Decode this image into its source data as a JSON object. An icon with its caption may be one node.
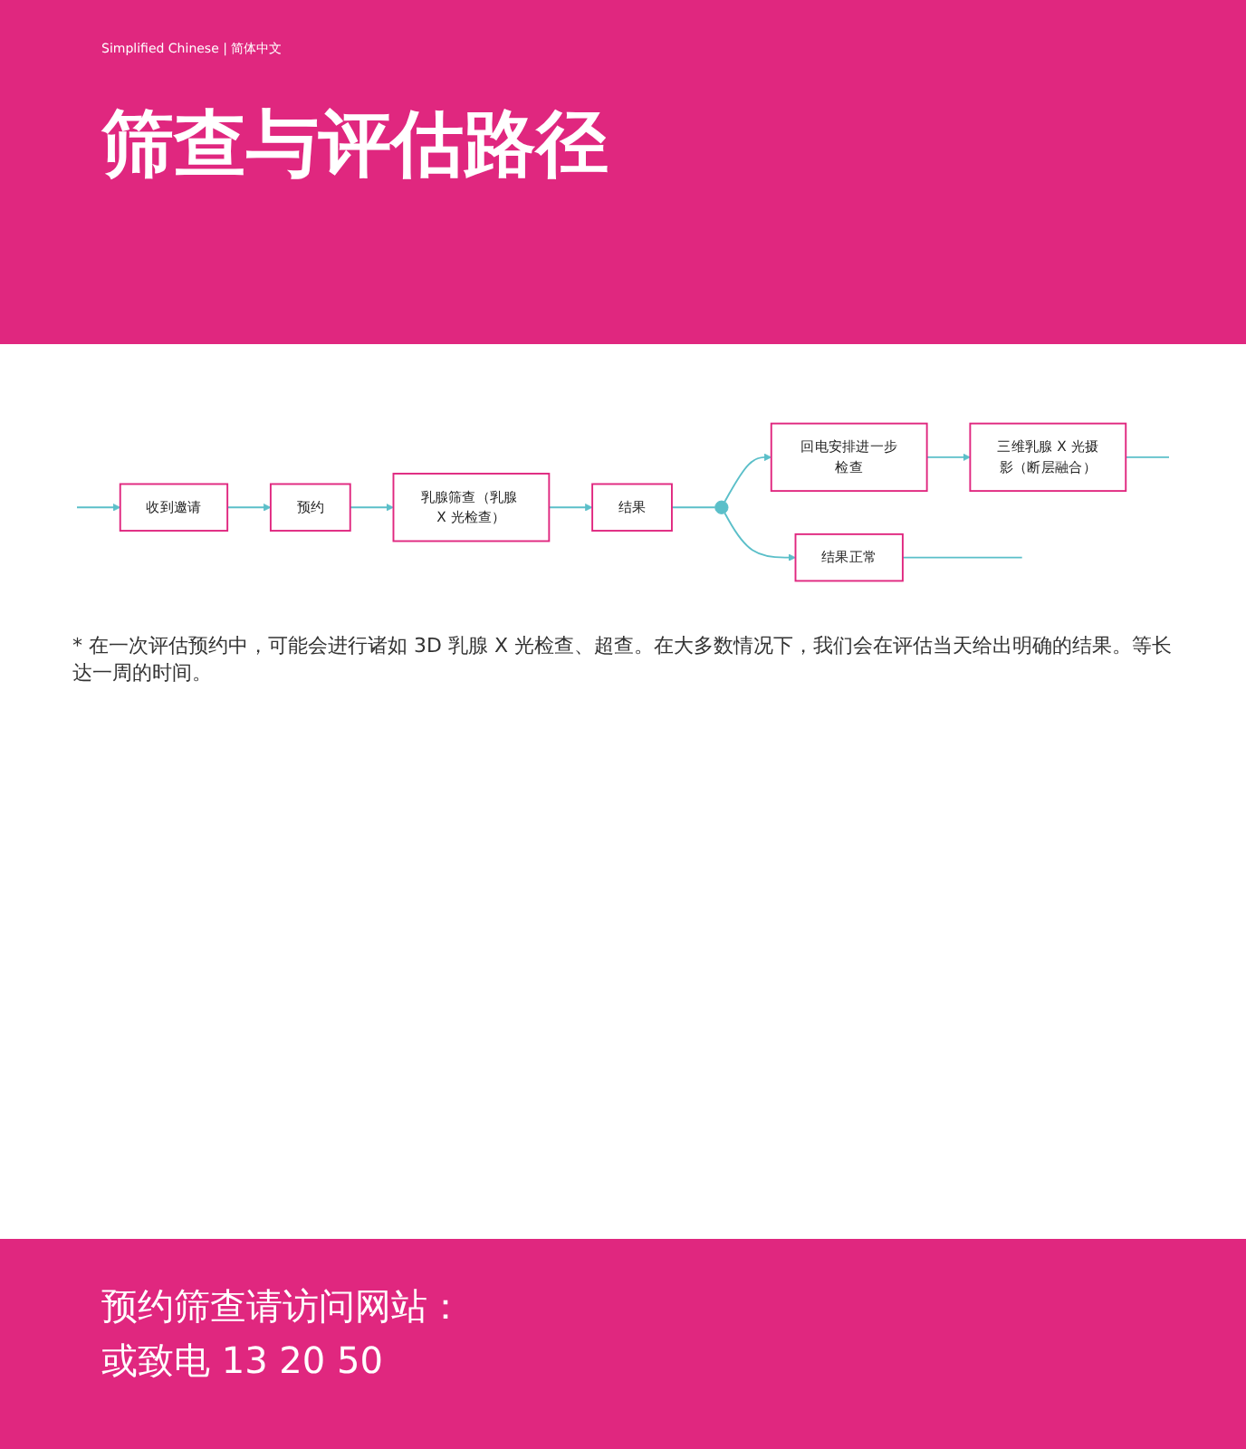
{
  "diagram": {
    "title": "筛查与评估路径",
    "nodes": [
      {
        "text": [
          "收到邀请"
        ]
      },
      {
        "text": [
          "预约"
        ]
      },
      {
        "text": [
          "乳腺筛查（乳腺 X 光检查）"
        ]
      },
      {
        "text": [
          "结果"
        ]
      },
      {
        "text": [],
        "shape": "circle"
      },
      {
        "text": [
          "结果正常"
        ]
      },
      {
        "text": [
          "回电安排进一步检查"
        ]
      },
      {
        "text": [
          "三维乳腺 X 光摄影（断层融合）"
        ]
      }
    ],
    "edges": [
      {
        "from": 0,
        "to": 1,
        "arrow": "to"
      },
      {
        "from": 1,
        "to": 2,
        "arrow": "to"
      },
      {
        "from": 2,
        "to": 3,
        "arrow": "to"
      },
      {
        "from": 3,
        "to": 4,
        "arrow": "none"
      },
      {
        "from": 4,
        "to": 5,
        "arrow": "to"
      },
      {
        "from": 4,
        "to": 6,
        "arrow": "to"
      },
      {
        "from": 6,
        "to": 7,
        "arrow": "to"
      },
      {
        "from": 5,
        "to": null,
        "arrow": "none"
      },
      {
        "from": 7,
        "to": null,
        "arrow": "none"
      },
      {
        "from": null,
        "to": 0,
        "arrow": "to"
      }
    ],
    "labels": [
      "Simplified Chinese | 简体中文",
      "* 在一次评估预约中，可能会进行诸如 3D 乳腺 X 光检查、超查。在大多数情况下，我们会在评估当天给出明确的结果。等长达一周的时间。",
      "预约筛查请访问网站：",
      "或致电 13 20 50"
    ]
  }
}
